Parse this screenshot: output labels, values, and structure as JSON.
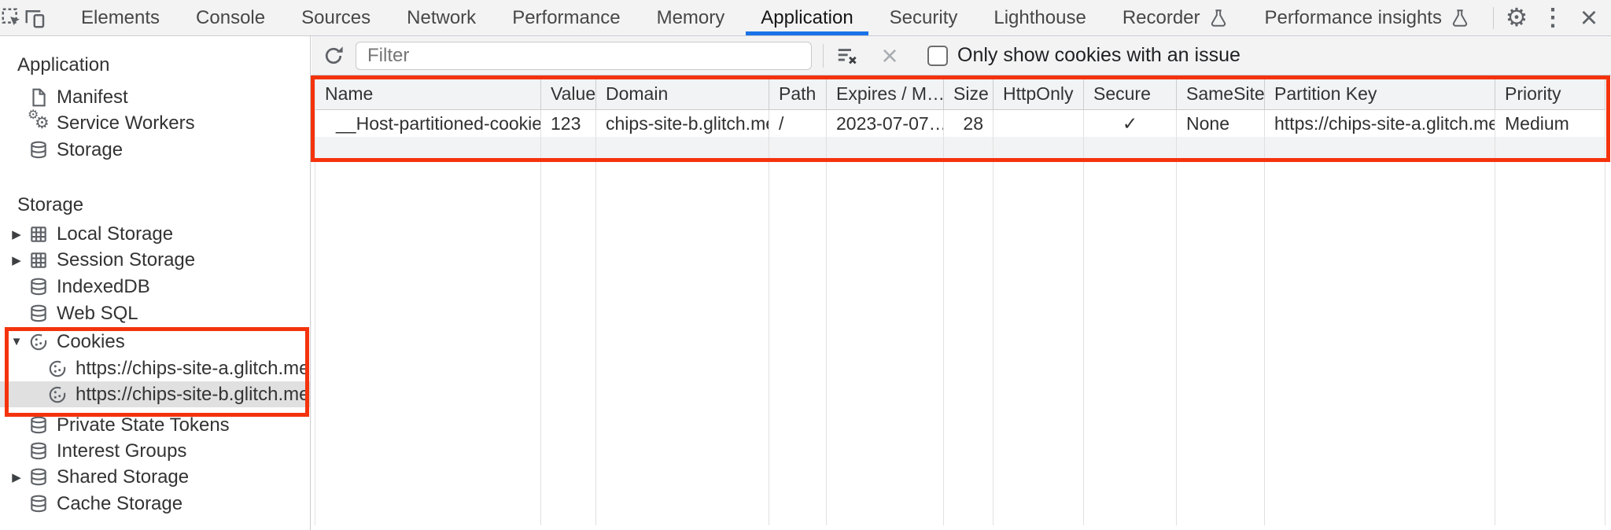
{
  "tabbar": {
    "tabs": [
      "Elements",
      "Console",
      "Sources",
      "Network",
      "Performance",
      "Memory",
      "Application",
      "Security",
      "Lighthouse",
      "Recorder",
      "Performance insights"
    ],
    "active_tab": "Application"
  },
  "toolbar": {
    "filter_placeholder": "Filter",
    "issue_checkbox_label": "Only show cookies with an issue",
    "issue_checkbox_checked": false
  },
  "sidebar": {
    "sections": [
      {
        "title": "Application",
        "items": [
          {
            "label": "Manifest",
            "icon": "file-icon"
          },
          {
            "label": "Service Workers",
            "icon": "service-worker-gears-icon"
          },
          {
            "label": "Storage",
            "icon": "database-icon"
          }
        ]
      },
      {
        "title": "Storage",
        "items": [
          {
            "label": "Local Storage",
            "icon": "table-icon",
            "expandable": true
          },
          {
            "label": "Session Storage",
            "icon": "table-icon",
            "expandable": true
          },
          {
            "label": "IndexedDB",
            "icon": "database-icon"
          },
          {
            "label": "Web SQL",
            "icon": "database-icon"
          },
          {
            "label": "Cookies",
            "icon": "cookie-icon",
            "expanded": true,
            "children": [
              {
                "label": "https://chips-site-a.glitch.me",
                "icon": "cookie-icon"
              },
              {
                "label": "https://chips-site-b.glitch.me",
                "icon": "cookie-icon",
                "selected": true
              }
            ]
          },
          {
            "label": "Private State Tokens",
            "icon": "database-icon"
          },
          {
            "label": "Interest Groups",
            "icon": "database-icon"
          },
          {
            "label": "Shared Storage",
            "icon": "database-icon",
            "expandable": true
          },
          {
            "label": "Cache Storage",
            "icon": "database-icon"
          }
        ]
      }
    ]
  },
  "table": {
    "columns": [
      "Name",
      "Value",
      "Domain",
      "Path",
      "Expires / M…",
      "Size",
      "HttpOnly",
      "Secure",
      "SameSite",
      "Partition Key",
      "Priority"
    ],
    "rows": [
      {
        "name": "__Host-partitioned-cookie",
        "value": "123",
        "domain": "chips-site-b.glitch.me",
        "path": "/",
        "expires": "2023-07-07…",
        "size": "28",
        "http_only": "",
        "secure": "✓",
        "same_site": "None",
        "partition_key": "https://chips-site-a.glitch.me",
        "priority": "Medium"
      }
    ]
  },
  "colors": {
    "annotation_red": "#f4330d",
    "accent_blue": "#1a73e8",
    "toolbar_bg": "#f3f3f3",
    "grid_header_bg": "#f1f3f4",
    "selected_item_bg": "#e0e0e0",
    "icon_gray": "#5f6368"
  }
}
